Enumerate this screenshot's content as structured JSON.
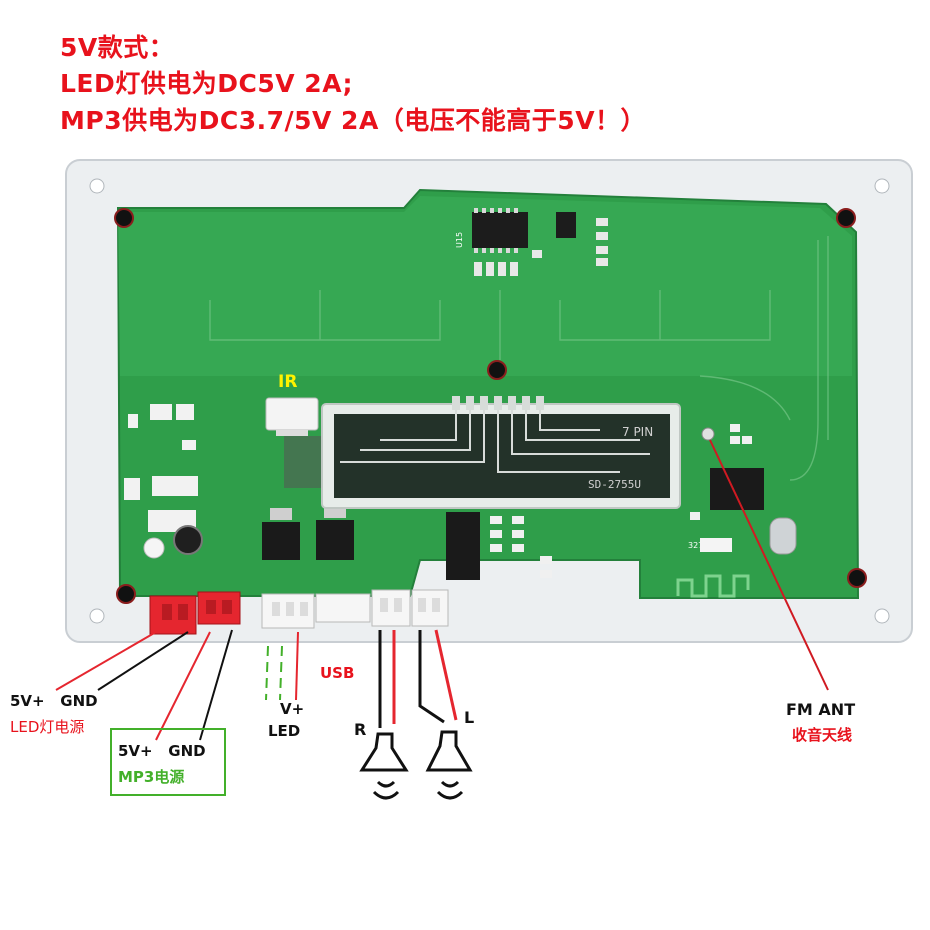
{
  "header": {
    "line1": "5V款式：",
    "line2": "LED灯供电为DC5V 2A;",
    "line3": "MP3供电为DC3.7/5V 2A（电压不能高于5V！）"
  },
  "board": {
    "ir": "IR",
    "u15": "U15",
    "pin": "7 PIN",
    "display_code": "SD-2755U",
    "crystal": "32768"
  },
  "connectors": {
    "led_power": {
      "pins": "5V+   GND",
      "caption": "LED灯电源"
    },
    "mp3_power": {
      "pins": "5V+   GND",
      "caption": "MP3电源"
    },
    "led": {
      "vplus": "V+",
      "caption": "LED"
    },
    "usb": "USB",
    "right": "R",
    "left": "L",
    "fm": {
      "title": "FM ANT",
      "caption": "收音天线"
    }
  },
  "colors": {
    "header_red": "#e8121c",
    "pcb_green": "#2f9e4a",
    "panel_gray": "#eceff1",
    "connector_red": "#e5262f",
    "mp3_green": "#43b02a"
  }
}
